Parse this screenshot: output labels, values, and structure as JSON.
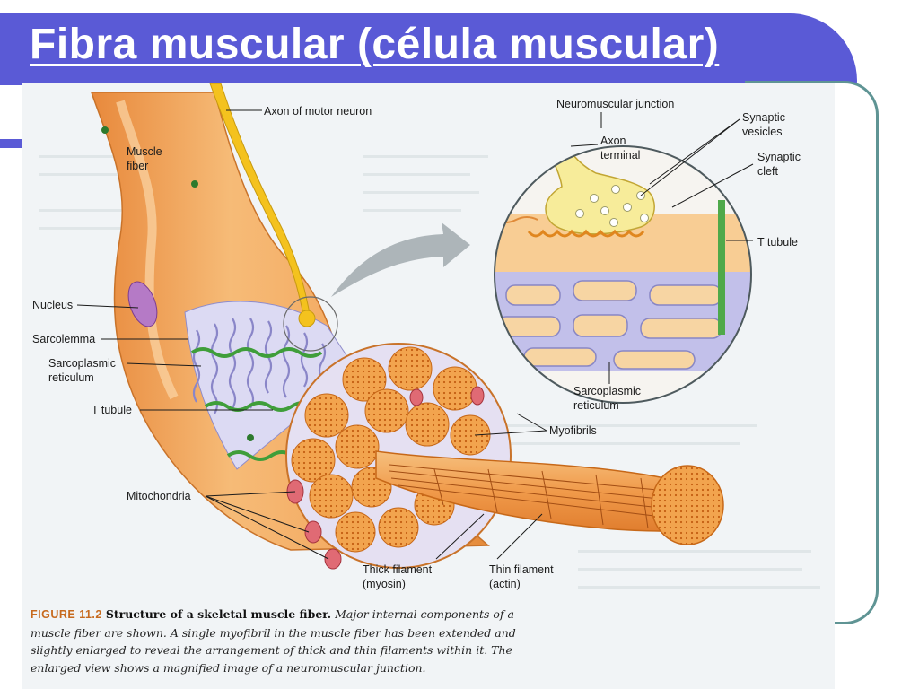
{
  "slide": {
    "title": "Fibra muscular (célula muscular)"
  },
  "figure": {
    "labels": {
      "axon_motor_neuron": "Axon of motor neuron",
      "muscle_fiber_1": "Muscle",
      "muscle_fiber_2": "fiber",
      "nucleus": "Nucleus",
      "sarcolemma": "Sarcolemma",
      "sarcoplasmic_reticulum_1": "Sarcoplasmic",
      "sarcoplasmic_reticulum_2": "reticulum",
      "t_tubule": "T tubule",
      "mitochondria": "Mitochondria",
      "myofibrils": "Myofibrils",
      "thick_filament_1": "Thick filament",
      "thick_filament_2": "(myosin)",
      "thin_filament_1": "Thin filament",
      "thin_filament_2": "(actin)",
      "nmj": "Neuromuscular junction",
      "axon_terminal_1": "Axon",
      "axon_terminal_2": "terminal",
      "synaptic_vesicles_1": "Synaptic",
      "synaptic_vesicles_2": "vesicles",
      "synaptic_cleft_1": "Synaptic",
      "synaptic_cleft_2": "cleft",
      "inset_t_tubule": "T tubule",
      "inset_sr_1": "Sarcoplasmic",
      "inset_sr_2": "reticulum"
    },
    "caption": {
      "number": "FIGURE 11.2",
      "title": "Structure of a skeletal muscle fiber.",
      "text": "Major internal components of a muscle fiber are shown. A single myofibril in the muscle fiber has been extended and slightly enlarged to reveal the arrangement of thick and thin filaments within it. The enlarged view shows a magnified image of a neuromuscular junction."
    }
  },
  "colors": {
    "title_band": "#5a5ad6",
    "frame": "#5f9494",
    "muscle": "#f0a65c",
    "muscle_light": "#f8cf95",
    "axon": "#f4c21e",
    "t_tubule": "#52b04a",
    "sr": "#b9b8e6",
    "nucleus": "#b57ac6"
  }
}
